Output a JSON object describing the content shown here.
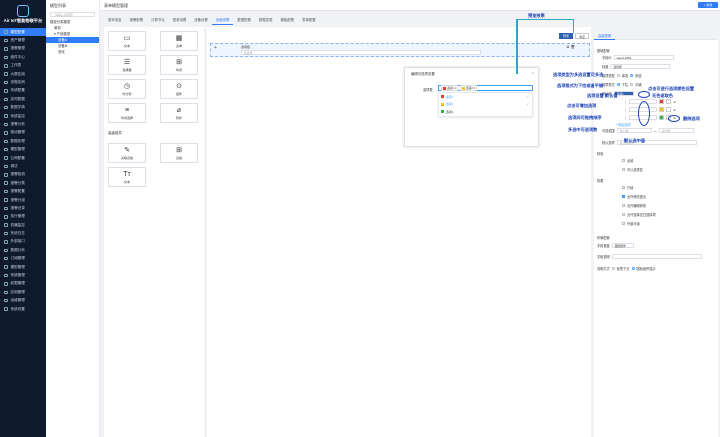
{
  "app": {
    "title": "Air IoT智能物联平台",
    "page_title": "表单模型管理",
    "new_button": "+ 新建"
  },
  "sidebar": {
    "items": [
      "模型配置",
      "资产管理",
      "报警管理",
      "组件中心",
      "工作表",
      "大屏应用",
      "流程实例",
      "系统配置",
      "实时数据",
      "数据字典",
      "系统监控",
      "报警分析",
      "驱动管理",
      "数据处理",
      "模型管理",
      "云网配置",
      "调试",
      "报警检测",
      "报警分类",
      "报警配置",
      "报警分组",
      "报警记录",
      "执行管理",
      "机器监控",
      "系统日志",
      "外部接口",
      "数据分析",
      "订阅管理",
      "模型管理",
      "系统管理",
      "权限管理",
      "应用管理",
      "运维管理",
      "系统设置"
    ],
    "active_index": 0
  },
  "tree": {
    "header": "模型列表",
    "search_placeholder": "请输入关键字",
    "nodes": [
      "模型分类模型",
      "  单机",
      "  ▾ 产品模型",
      "    设备A",
      "    设备B",
      "    测试"
    ]
  },
  "tabs": {
    "items": [
      "基本信息",
      "报警配置",
      "计算节点",
      "登录设置",
      "设备设置",
      "页面设置",
      "数据配置",
      "数据变更",
      "模板配置",
      "表单配置"
    ],
    "active_index": 5
  },
  "palette": {
    "items": [
      {
        "icon": "▭",
        "label": "文本"
      },
      {
        "icon": "▦",
        "label": "表单"
      },
      {
        "icon": "☰",
        "label": "选择器"
      },
      {
        "icon": "⊞",
        "label": "时间"
      },
      {
        "icon": "◷",
        "label": "时分秒"
      },
      {
        "icon": "⊙",
        "label": "组件"
      },
      {
        "icon": "≡",
        "label": "时间选择"
      },
      {
        "icon": "⌀",
        "label": "附件"
      }
    ],
    "group2": "高级组件",
    "items2": [
      {
        "icon": "✎",
        "label": "关联表格"
      },
      {
        "icon": "⊞",
        "label": "表格"
      },
      {
        "icon": "Tт",
        "label": "文本"
      }
    ]
  },
  "canvas": {
    "field_label": "选项框",
    "field_placeholder": "请选择"
  },
  "actions": {
    "preview": "预览",
    "clear": "清空"
  },
  "modal": {
    "title": "编辑可选项设置",
    "label": "选项框",
    "tags": [
      {
        "label": "选项1",
        "color": "#e03b3b"
      },
      {
        "label": "选项2",
        "color": "#f0c419"
      }
    ],
    "options": [
      {
        "label": "选项1",
        "color": "#e03b3b",
        "selected": true
      },
      {
        "label": "选项2",
        "color": "#f0c419",
        "selected": true
      },
      {
        "label": "选项3",
        "color": "#2db34a",
        "selected": false
      }
    ]
  },
  "right_panel": {
    "tab": "高级配置",
    "section_basic": "基础配置",
    "field_id_label": "字段ID",
    "field_id_value": "select-1653",
    "title_label": "标题",
    "title_value": "选项框",
    "mode_label": "选项类型",
    "mode_single": "单选",
    "mode_multi": "多选",
    "style_label": "选项样式",
    "style_dropdown": "下拉",
    "style_flat": "平铺",
    "default_label": "默认值",
    "default_value": "选项1",
    "colors": [
      "#e03b3b",
      "#f0c419",
      "#2db34a"
    ],
    "add_option": "+添加选项",
    "range_label": "可选范围",
    "range_from": "最小数",
    "range_to": "最大数",
    "default_sel_label": "默认选项",
    "default_sel_value": "默认选中值",
    "section_validate": "校验",
    "validate_items": [
      "必填",
      "可以选重复"
    ],
    "section_permission": "权限",
    "permission_items": [
      "只读",
      "允许修改提示",
      "允许编辑修改",
      "允许选择空白选择项",
      "外部可读"
    ],
    "section_layout": "布局配置",
    "width_label": "字段宽度",
    "width_value": "跟随组件",
    "hint_label": "字段说明",
    "desc_label": "说明方式",
    "desc_opt1": "标签下方",
    "desc_opt2": "图标悬停显示"
  },
  "annotations": {
    "preview": "预览效果",
    "multi": "选项类型为多选设置可多选",
    "style": "选项格式为下拉或者平铺",
    "default": "选项设置 默认值",
    "color": "点击可进行选项颜色设置",
    "colorsel": "无色或取色",
    "add": "点击可增加选项",
    "drag": "选项间可拖拽排序",
    "range": "多选中可选项数",
    "delete": "删除选项",
    "defaultsel": "默认选中值"
  }
}
